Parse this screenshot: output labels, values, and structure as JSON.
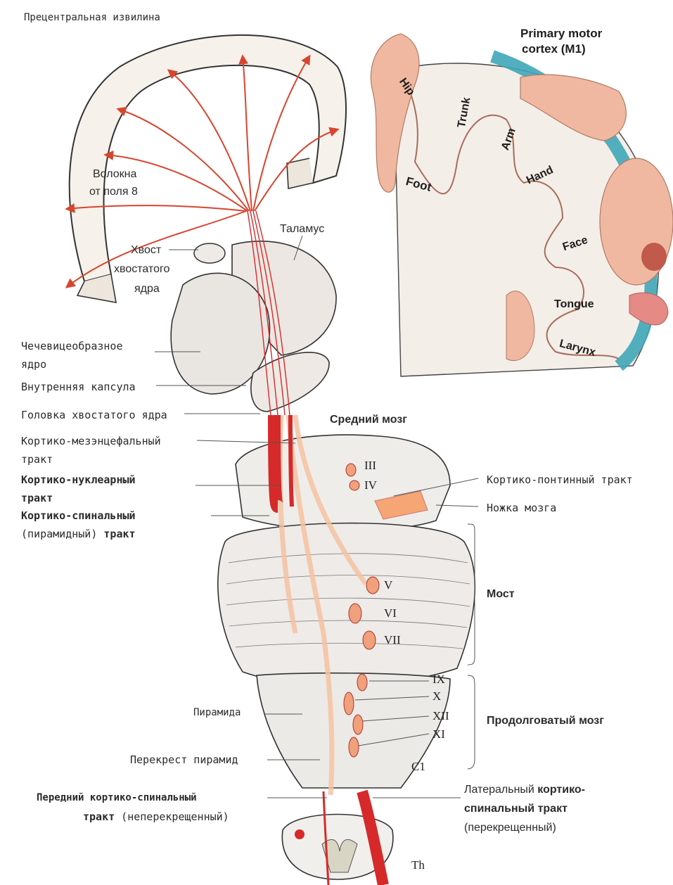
{
  "title": "Прецентральная извилина",
  "inset": {
    "heading_line1": "Primary motor",
    "heading_line2": "cortex (M1)",
    "body_parts": [
      "Hip",
      "Trunk",
      "Arm",
      "Hand",
      "Foot",
      "Face",
      "Tongue",
      "Larynx"
    ]
  },
  "labels": {
    "fibers_l1": "Волокна",
    "fibers_l2": "от поля 8",
    "thalamus": "Таламус",
    "caudate_tail_l1": "Хвост",
    "caudate_tail_l2": "хвостатого",
    "caudate_tail_l3": "ядра",
    "lentiform_l1": "Чечевицеобразное",
    "lentiform_l2": "ядро",
    "internal_capsule": "Внутренняя капсула",
    "caudate_head": "Головка хвостатого ядра",
    "midbrain": "Средний мозг",
    "cortico_mes_l1": "Кортико-мезэнцефальный",
    "cortico_mes_l2": "тракт",
    "cortico_nuc_l1": "Кортико-нуклеарный",
    "cortico_nuc_l2": "тракт",
    "cortico_spinal_l1": "Кортико-спинальный",
    "cortico_spinal_l2a": "(пирамидный) ",
    "cortico_spinal_l2b": "тракт",
    "cortico_pontine": "Кортико-понтинный тракт",
    "cerebral_peduncle": "Ножка мозга",
    "pons": "Мост",
    "medulla": "Продолговатый мозг",
    "pyramid": "Пирамида",
    "decussation": "Перекрест пирамид",
    "ant_tract_l1": "Передний кортико-спинальный",
    "ant_tract_l2a": "тракт",
    "ant_tract_l2b": " (неперекрещенный)",
    "lat_tract_l1a": "Латеральный ",
    "lat_tract_l1b": "кортико-",
    "lat_tract_l2": "спинальный тракт",
    "lat_tract_l3": "(перекрещенный)",
    "c1": "C1",
    "th": "Th"
  },
  "nuclei": [
    "III",
    "IV",
    "V",
    "VI",
    "VII",
    "IX",
    "X",
    "XII",
    "XI"
  ],
  "colors": {
    "tract_red": "#d62a2a",
    "tract_light": "#f6c3a2",
    "cortex_blue": "#3fa6b8",
    "brain_pink": "#f0b8a0",
    "arrow_red": "#d8452f"
  }
}
